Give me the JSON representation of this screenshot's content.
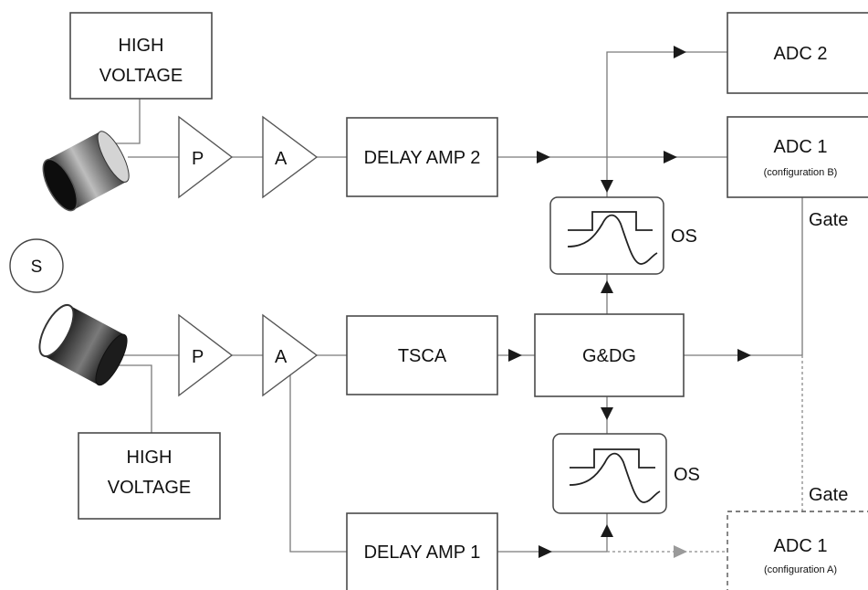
{
  "labels": {
    "high_voltage_top_1": "HIGH",
    "high_voltage_top_2": "VOLTAGE",
    "high_voltage_bottom_1": "HIGH",
    "high_voltage_bottom_2": "VOLTAGE",
    "preamp_top": "P",
    "amp_top": "A",
    "preamp_bottom": "P",
    "amp_bottom": "A",
    "delay_amp_2": "DELAY AMP 2",
    "delay_amp_1": "DELAY AMP 1",
    "tsca": "TSCA",
    "gdg": "G&DG",
    "adc2": "ADC 2",
    "adc1_b": "ADC 1",
    "adc1_b_config": "(configuration B)",
    "adc1_a": "ADC 1",
    "adc1_a_config": "(configuration A)",
    "os_top": "OS",
    "os_bottom": "OS",
    "gate_top": "Gate",
    "gate_bottom": "Gate",
    "source": "S"
  },
  "colors": {
    "line": "#7a7a7a",
    "arrow": "#1a1a1a",
    "dotted_arrow": "#9a9a9a",
    "box_stroke": "#4a4a4a"
  }
}
